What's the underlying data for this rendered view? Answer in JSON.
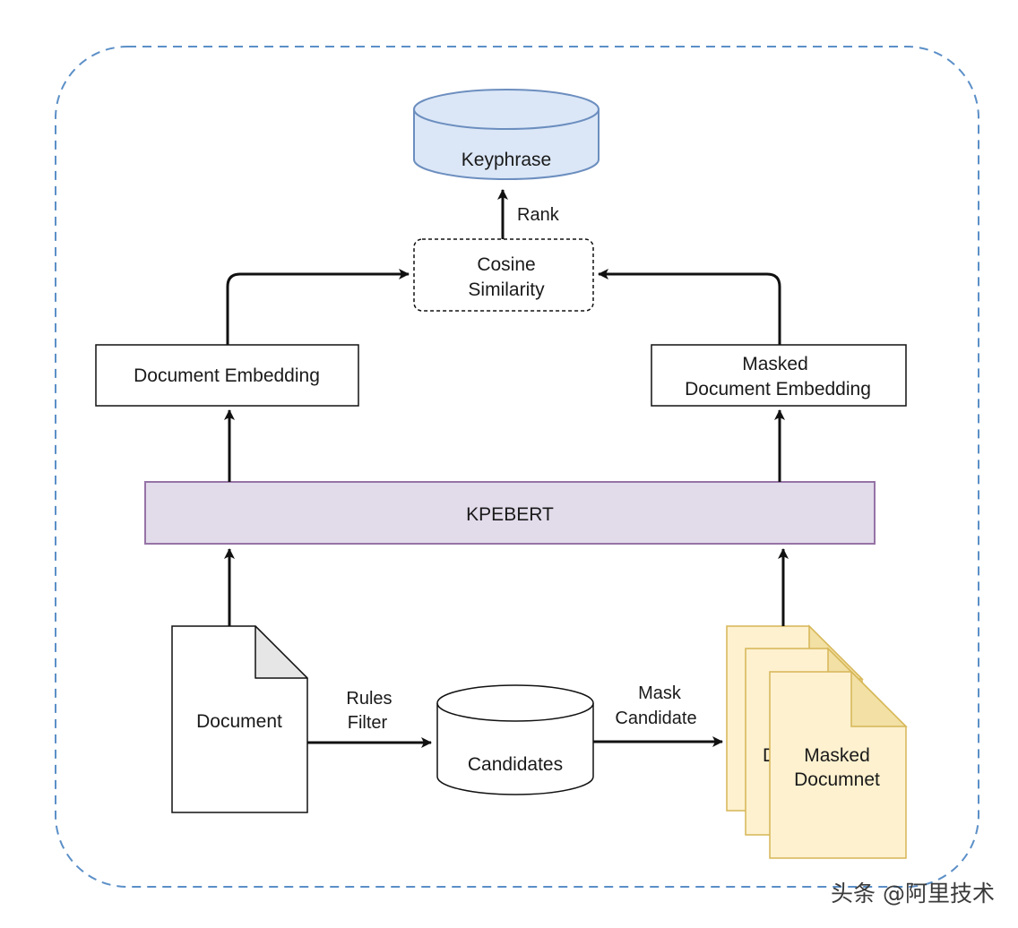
{
  "nodes": {
    "keyphrase": "Keyphrase",
    "cosine_line1": "Cosine",
    "cosine_line2": "Similarity",
    "doc_embedding": "Document Embedding",
    "masked_emb_line1": "Masked",
    "masked_emb_line2": "Document Embedding",
    "kpebert": "KPEBERT",
    "document": "Document",
    "candidates": "Candidates",
    "masked_doc_line1": "Masked",
    "masked_doc_line2": "Documnet",
    "masked_doc_hidden_letter": "D"
  },
  "edges": {
    "rank": "Rank",
    "rules_line1": "Rules",
    "rules_line2": "Filter",
    "mask_line1": "Mask",
    "mask_line2": "Candidate"
  },
  "watermark": "头条 @阿里技术",
  "colors": {
    "frame_dash": "#5b8fc7",
    "keyphrase_fill": "#dbe7f7",
    "keyphrase_stroke": "#6c8ebf",
    "kpebert_fill": "#e2dbea",
    "kpebert_stroke": "#9673a6",
    "masked_doc_fill": "#fdf1cf",
    "masked_doc_stroke": "#d6b656"
  }
}
